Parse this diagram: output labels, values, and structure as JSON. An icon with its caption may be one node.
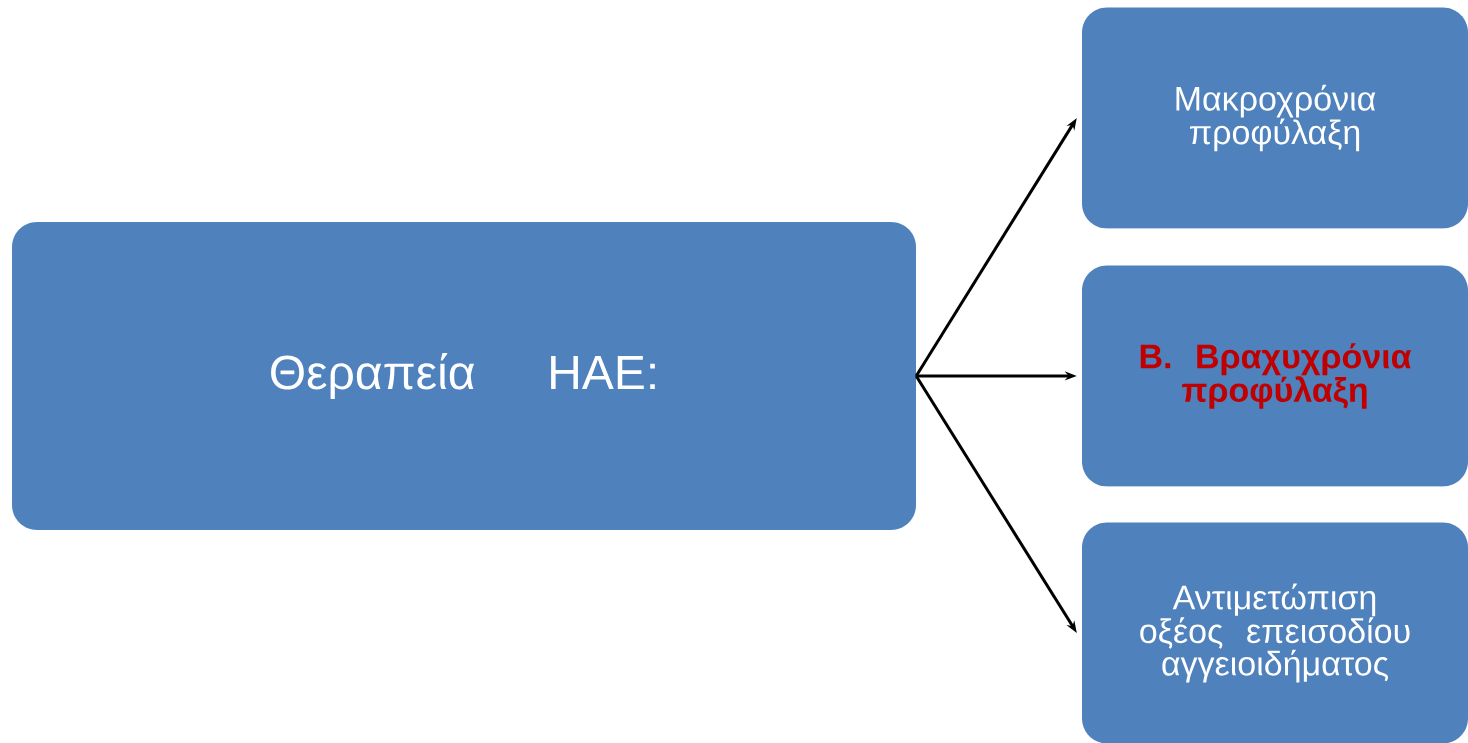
{
  "diagram": {
    "nodes": [
      {
        "text": [
          "Θεραπεία HAE:"
        ]
      },
      {
        "text": [
          "Μακροχρόνια προφύλαξη"
        ]
      },
      {
        "text": [
          "B. Βραχυχρόνια προφύλαξη"
        ]
      },
      {
        "text": [
          "Αντιμετώπιση οξέος επεισοδίου αγγειοιδήματος"
        ]
      }
    ],
    "edges": [
      {
        "from": 0,
        "to": 1,
        "arrow": "to"
      },
      {
        "from": 0,
        "to": 2,
        "arrow": "to"
      },
      {
        "from": 0,
        "to": 3,
        "arrow": "to"
      }
    ]
  }
}
